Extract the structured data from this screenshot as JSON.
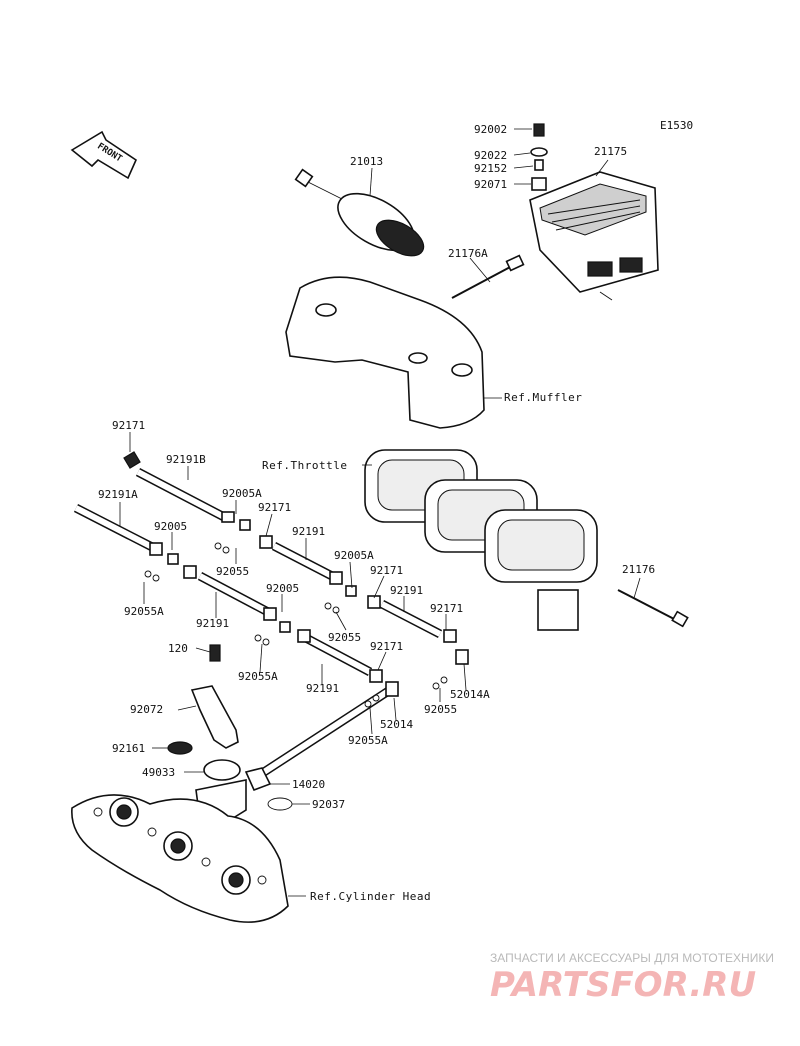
{
  "diagram_code": "E1530",
  "front_label": "FRONT",
  "part_labels": {
    "p92002": "92002",
    "p92022": "92022",
    "p21175": "21175",
    "p92152": "92152",
    "p92071": "92071",
    "p21013": "21013",
    "p21176A": "21176A",
    "p21176": "21176",
    "p92171_top": "92171",
    "p92191B": "92191B",
    "p92191A": "92191A",
    "p92005A_1": "92005A",
    "p92171_2": "92171",
    "p92005_1": "92005",
    "p92191_1": "92191",
    "p92055_1": "92055",
    "p92005A_2": "92005A",
    "p92171_3": "92171",
    "p92055A_1": "92055A",
    "p92191_2": "92191",
    "p92191_3": "92191",
    "p92005_2": "92005",
    "p92171_4": "92171",
    "p92055_2": "92055",
    "p120": "120",
    "p92055A_2": "92055A",
    "p92171_5": "92171",
    "p52014A": "52014A",
    "p92191_4": "92191",
    "p92072": "92072",
    "p52014": "52014",
    "p92055_3": "92055",
    "p92055A_3": "92055A",
    "p92161": "92161",
    "p49033": "49033",
    "p14020": "14020",
    "p92037": "92037"
  },
  "references": {
    "muffler": "Ref.Muffler",
    "throttle": "Ref.Throttle",
    "cylinder_head": "Ref.Cylinder Head"
  },
  "watermark": {
    "tagline": "ЗАПЧАСТИ И АКСЕССУАРЫ ДЛЯ МОТОТЕХНИКИ",
    "logo": "PARTSFOR.RU"
  }
}
